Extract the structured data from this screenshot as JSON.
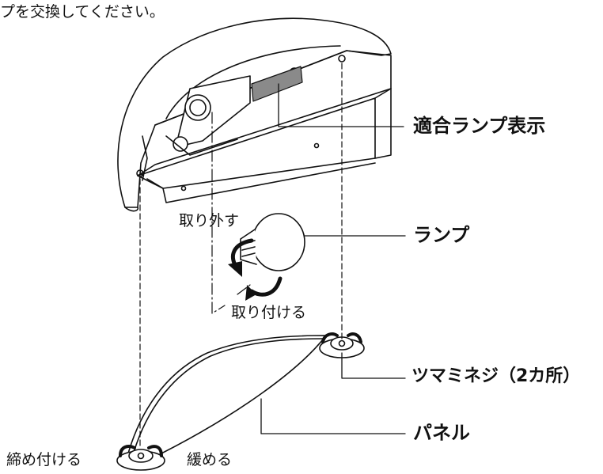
{
  "instruction_fragment": "プを交換してください。",
  "labels": {
    "lamp_indicator": "適合ランプ表示",
    "lamp": "ランプ",
    "knob_screw": "ツマミネジ（2カ所）",
    "panel": "パネル"
  },
  "actions": {
    "remove": "取り外す",
    "attach": "取り付ける",
    "tighten": "締め付ける",
    "loosen": "緩める"
  },
  "colors": {
    "line": "#111111",
    "label_plate": "#8a8a8a",
    "background": "#ffffff"
  }
}
